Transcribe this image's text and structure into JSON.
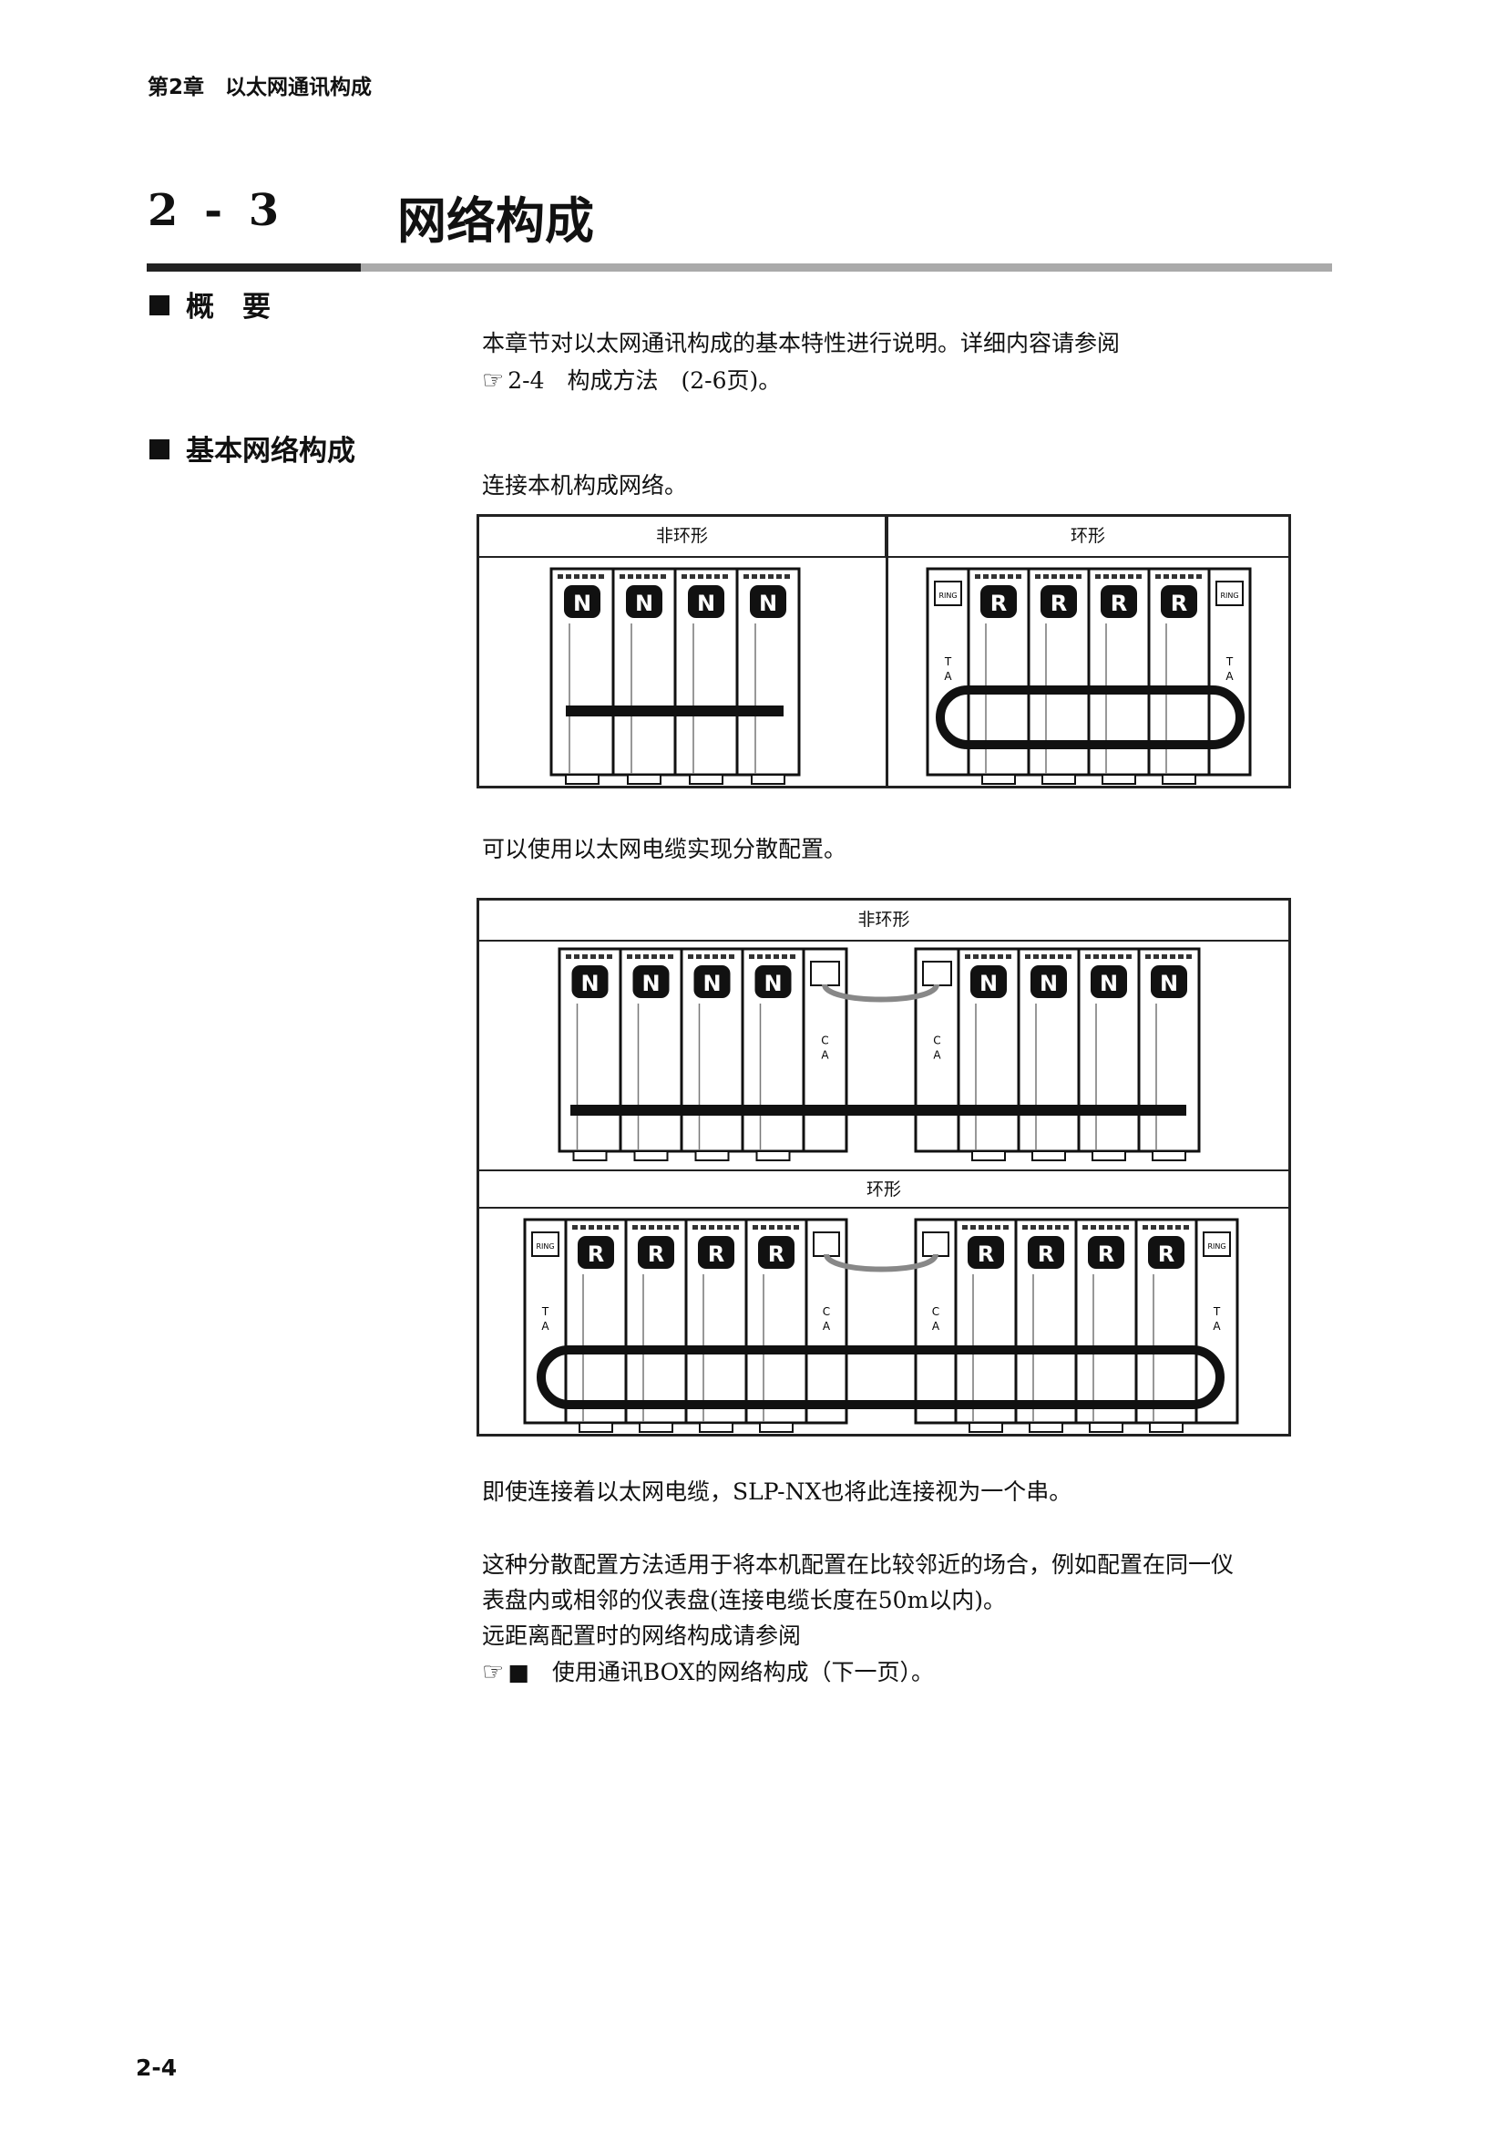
{
  "header": {
    "chapter": "第2章　以太网通讯构成"
  },
  "title": {
    "number": "2 - 3",
    "text": "网络构成"
  },
  "overview": {
    "heading": "概　要",
    "line1": "本章节对以太网通讯构成的基本特性进行说明。详细内容请参阅",
    "ref_icon": "pointing-hand-icon",
    "ref": "2-4　构成方法　(2-6页)。"
  },
  "basic": {
    "heading": "基本网络构成",
    "intro": "连接本机构成网络。",
    "table1": {
      "col_nonring": "非环形",
      "col_ring": "环形"
    },
    "mid": "可以使用以太网电缆实现分散配置。",
    "table2": {
      "row_nonring": "非环形",
      "row_ring": "环形"
    },
    "after": "即使连接着以太网电缆，SLP-NX也将此连接视为一个串。",
    "p1": "这种分散配置方法适用于将本机配置在比较邻近的场合，例如配置在同一仪",
    "p2": "表盘内或相邻的仪表盘(连接电缆长度在50m以内)。",
    "p3": "远距离配置时的网络构成请参阅",
    "ref": "■　使用通讯BOX的网络构成（下一页）。"
  },
  "diagram_labels": {
    "nonring_module": "N",
    "ring_module": "R",
    "ring_cap": "RING",
    "ta": "T A",
    "ca": "C A"
  },
  "footer": {
    "page": "2-4"
  }
}
